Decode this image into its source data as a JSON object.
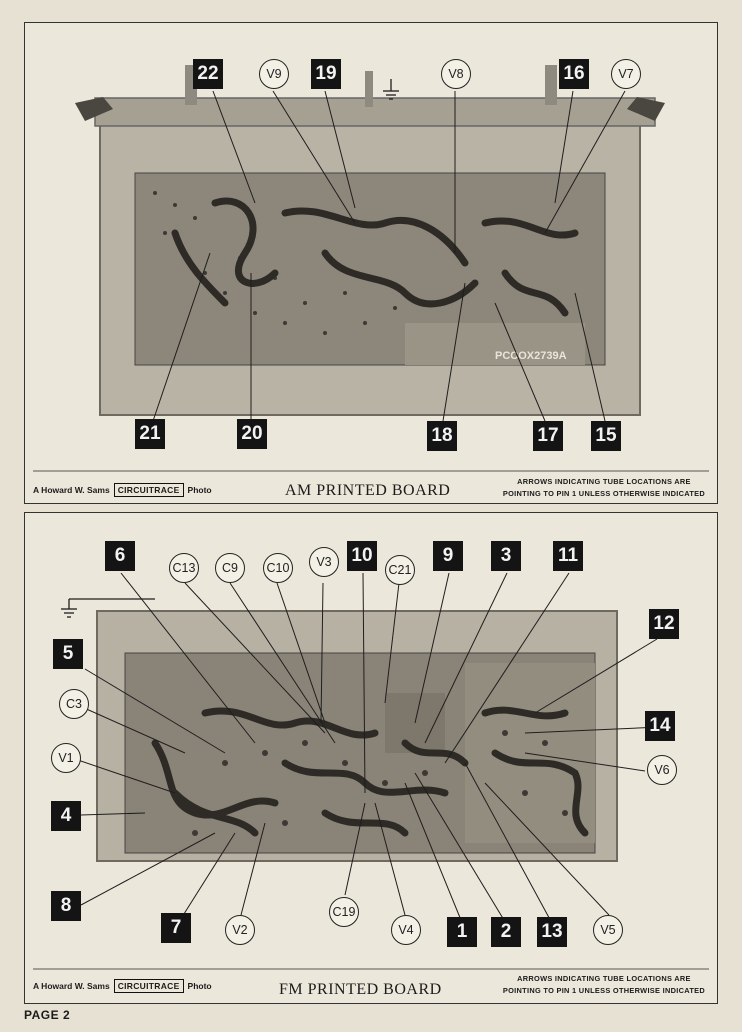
{
  "am": {
    "title": "AM PRINTED BOARD",
    "credit_prefix": "A Howard W. Sams",
    "credit_brand": "CIRCUITRACE",
    "credit_suffix": "Photo",
    "note_line1": "ARROWS INDICATING TUBE LOCATIONS ARE",
    "note_line2": "POINTING TO PIN 1 UNLESS OTHERWISE INDICATED",
    "board_marking": "PCCOX2739A",
    "callouts": [
      "22",
      "19",
      "16",
      "21",
      "20",
      "18",
      "17",
      "15"
    ],
    "circle_labels": [
      "V9",
      "V8",
      "V7"
    ],
    "ground_icon": "ground-symbol-icon"
  },
  "fm": {
    "title": "FM PRINTED BOARD",
    "credit_prefix": "A Howard W. Sams",
    "credit_brand": "CIRCUITRACE",
    "credit_suffix": "Photo",
    "note_line1": "ARROWS INDICATING TUBE LOCATIONS ARE",
    "note_line2": "POINTING TO PIN 1 UNLESS OTHERWISE INDICATED",
    "callouts": [
      "6",
      "10",
      "9",
      "3",
      "11",
      "12",
      "5",
      "14",
      "4",
      "8",
      "7",
      "1",
      "2",
      "13"
    ],
    "circle_labels": [
      "C13",
      "C9",
      "C10",
      "V3",
      "C21",
      "C3",
      "V1",
      "V6",
      "C19",
      "V2",
      "V4",
      "V5"
    ],
    "ground_icon": "ground-symbol-icon"
  },
  "page": {
    "number_label": "PAGE 2"
  }
}
